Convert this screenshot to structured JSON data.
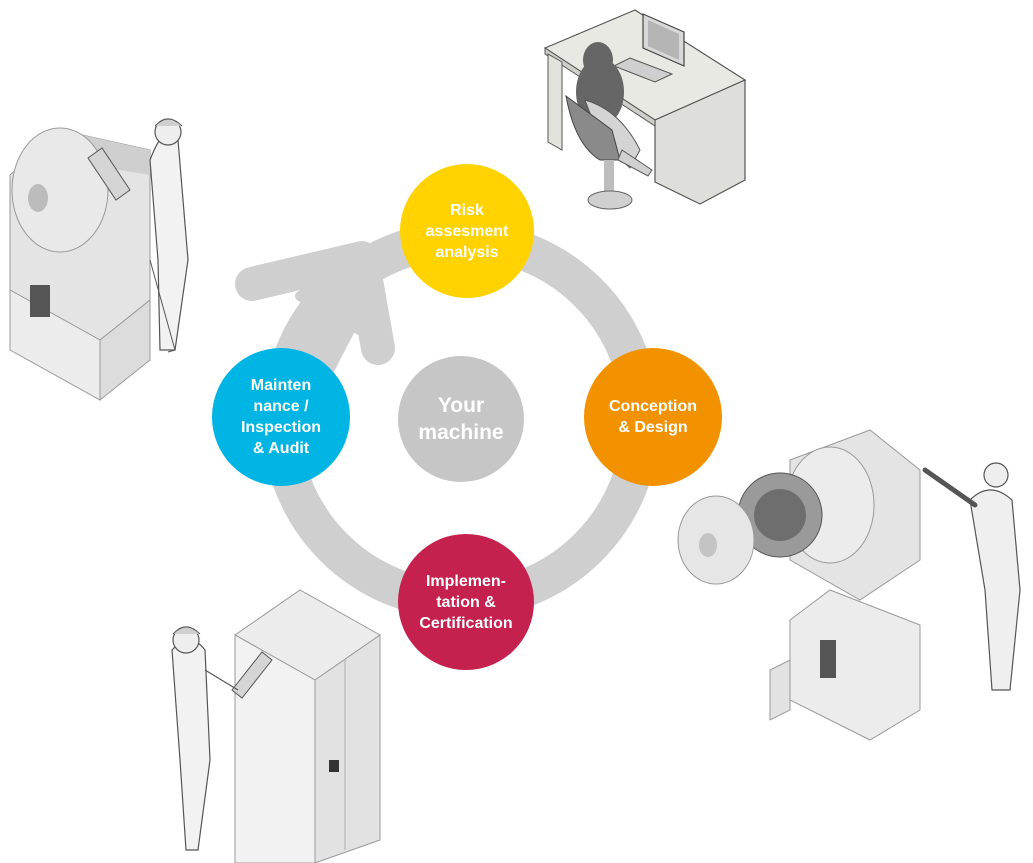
{
  "diagram": {
    "center": {
      "line1": "Your",
      "line2": "machine",
      "color": "#c6c6c6"
    },
    "ring_color": "#cfcfd0",
    "nodes": [
      {
        "id": "risk",
        "lines": [
          "Risk",
          "assesment",
          "analysis"
        ],
        "color": "#ffd200"
      },
      {
        "id": "conception",
        "lines": [
          "Conception",
          "& Design"
        ],
        "color": "#f39200"
      },
      {
        "id": "implementation",
        "lines": [
          "Implemen-",
          "tation &",
          "Certification"
        ],
        "color": "#c4214f"
      },
      {
        "id": "maintenance",
        "lines": [
          "Mainten",
          "nance /",
          "Inspection",
          "& Audit"
        ],
        "color": "#00b4e4"
      }
    ],
    "illustrations": [
      {
        "name": "office-worker-at-desk"
      },
      {
        "name": "inspector-at-machine-top-left"
      },
      {
        "name": "inspector-at-cabinet-bottom-left"
      },
      {
        "name": "engineer-pointing-at-machine-right"
      }
    ]
  }
}
